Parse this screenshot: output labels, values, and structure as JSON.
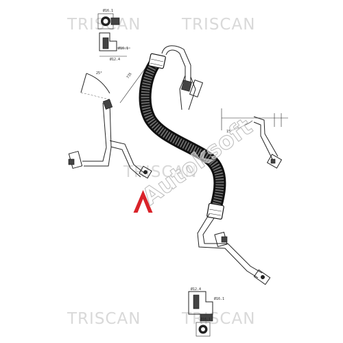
{
  "watermark": {
    "brand": "TRISCAN",
    "overlay_logo_text": "Autoksoft",
    "accent_color": "#d9232a",
    "watermark_color": "#d9d9d9"
  },
  "dimension_labels": {
    "top_width": "Ø16.1",
    "top_length_a": "Ø16.1",
    "top_length_b": "Ø12.4",
    "left_angle": "25°",
    "hose_length": "735",
    "right_angle": "15°",
    "bottom_length_a": "Ø12.4",
    "bottom_length_b": "Ø16.1",
    "bottom_width": "Ø16.1"
  }
}
